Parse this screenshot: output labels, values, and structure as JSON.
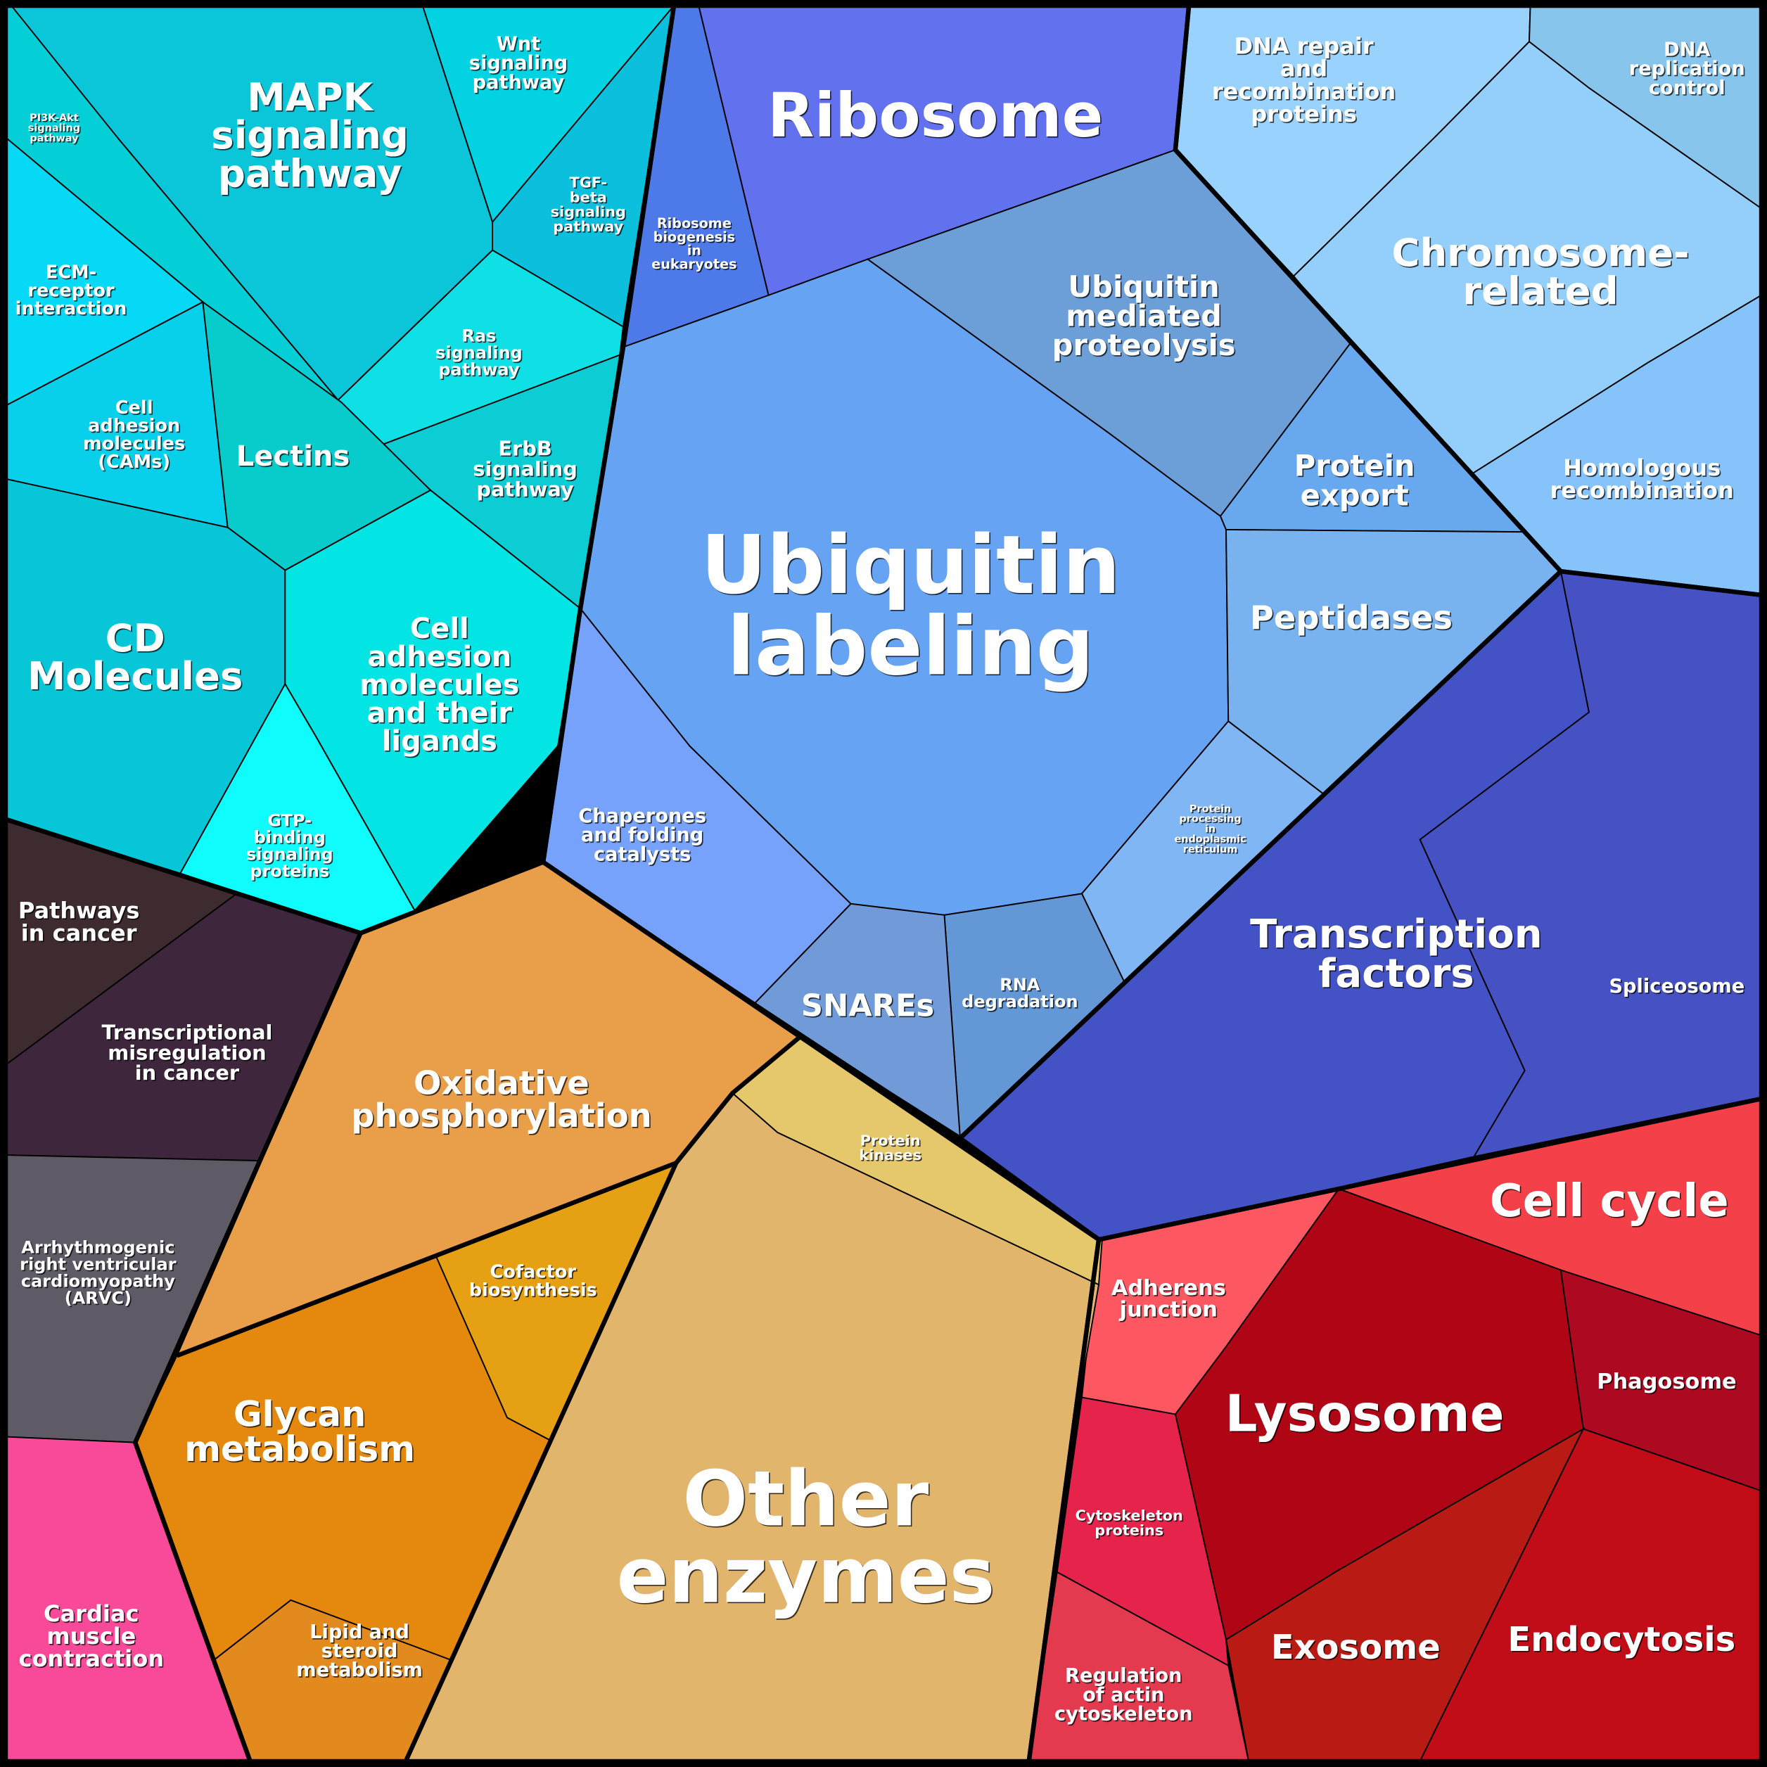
{
  "cells": {
    "mapk": "MAPK\nsignaling\npathway",
    "wnt": "Wnt\nsignaling\npathway",
    "tgf": "TGF-\nbeta\nsignaling\npathway",
    "pi3k": "PI3K-Akt\nsignaling\npathway",
    "ecm": "ECM-\nreceptor\ninteraction",
    "cams": "Cell\nadhesion\nmolecules\n(CAMs)",
    "lectins": "Lectins",
    "ras": "Ras\nsignaling\npathway",
    "erbb": "ErbB\nsignaling\npathway",
    "cd": "CD\nMolecules",
    "cam_ligands": "Cell\nadhesion\nmolecules\nand their\nligands",
    "gtp": "GTP-\nbinding\nsignaling\nproteins",
    "ribo_bio": "Ribosome\nbiogenesis\nin\neukaryotes",
    "ribosome": "Ribosome",
    "ubq_med": "Ubiquitin\nmediated\nproteolysis",
    "chromosome": "Chromosome-\nrelated",
    "dna_repair": "DNA repair\nand\nrecombination\nproteins",
    "dna_rep": "DNA\nreplication\ncontrol",
    "homologous": "Homologous\nrecombination",
    "prot_export": "Protein\nexport",
    "peptidases": "Peptidases",
    "ubq_label": "Ubiquitin\nlabeling",
    "prot_er": "Protein\nprocessing\nin\nendoplasmic\nreticulum",
    "chaperones": "Chaperones\nand folding\ncatalysts",
    "snares": "SNAREs",
    "rna_deg": "RNA\ndegradation",
    "tf": "Transcription\nfactors",
    "spliceosome": "Spliceosome",
    "path_cancer": "Pathways\nin cancer",
    "trans_mis": "Transcriptional\nmisregulation\nin cancer",
    "arvc": "Arrhythmogenic\nright ventricular\ncardiomyopathy\n(ARVC)",
    "cardiac": "Cardiac\nmuscle\ncontraction",
    "oxphos": "Oxidative\nphosphorylation",
    "cofactor": "Cofactor\nbiosynthesis",
    "glycan": "Glycan\nmetabolism",
    "lipid": "Lipid and\nsteroid\nmetabolism",
    "kinases": "Protein\nkinases",
    "other_enz": "Other\nenzymes",
    "cell_cycle": "Cell cycle",
    "adherens": "Adherens\njunction",
    "lysosome": "Lysosome",
    "phagosome": "Phagosome",
    "cytoskel": "Cytoskeleton\nproteins",
    "actin": "Regulation\nof actin\ncytoskeleton",
    "exosome": "Exosome",
    "endocytosis": "Endocytosis"
  }
}
